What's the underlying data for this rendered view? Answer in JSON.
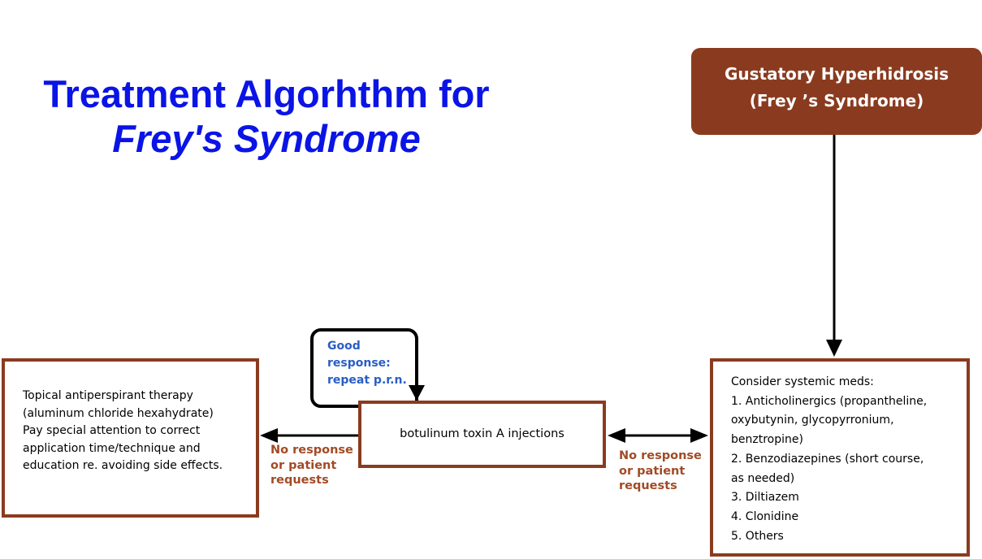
{
  "title": {
    "line1": "Treatment Algorhthm for",
    "line2": "Frey's Syndrome"
  },
  "nodes": {
    "root": {
      "line1": "Gustatory Hyperhidrosis",
      "line2": "(Frey ’s Syndrome)"
    },
    "systemic": {
      "lines": [
        "Consider systemic meds:",
        "1. Anticholinergics (propantheline,",
        "oxybutynin, glycopyrronium,",
        "benztropine)",
        "2. Benzodiazepines (short course,",
        "as needed)",
        "3. Diltiazem",
        "4. Clonidine",
        "5. Others"
      ]
    },
    "botox": {
      "label": "botulinum toxin A  injections"
    },
    "topical": {
      "lines": [
        "Topical antiperspirant therapy",
        "(aluminum chloride hexahydrate)",
        "Pay special attention to correct",
        "application time/technique and",
        "education re. avoiding side effects."
      ]
    }
  },
  "edge_labels": {
    "good_response": [
      "Good",
      "response:",
      "repeat p.r.n."
    ],
    "no_response_left": [
      "No response",
      "or patient",
      "requests"
    ],
    "no_response_right": [
      "No response",
      "or patient",
      "requests"
    ]
  },
  "colors": {
    "title": "#0a14e6",
    "node_fill": "#8a3b1f",
    "node_border": "#8a3b1f",
    "edge_label": "#a24a25",
    "good_response": "#2a5ec4",
    "arrow": "#000000"
  }
}
